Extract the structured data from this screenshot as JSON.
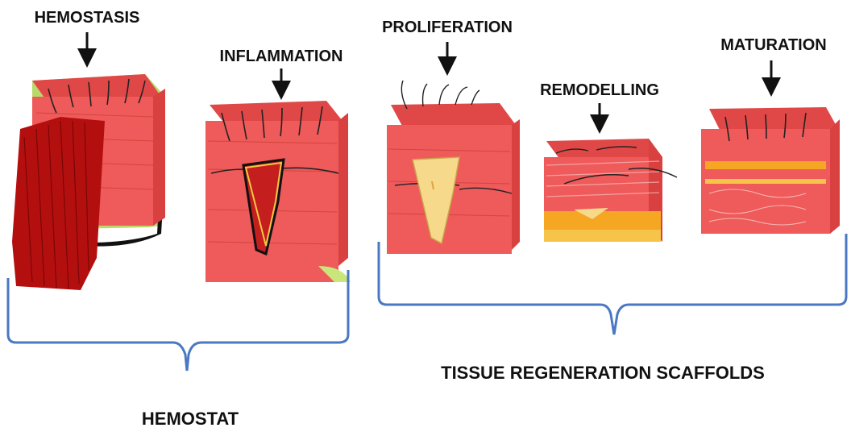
{
  "stages": [
    {
      "label": "HEMOSTASIS"
    },
    {
      "label": "INFLAMMATION"
    },
    {
      "label": "PROLIFERATION"
    },
    {
      "label": "REMODELLING"
    },
    {
      "label": "MATURATION"
    }
  ],
  "groups": {
    "hemostat": "HEMOSTAT",
    "scaffolds": "TISSUE REGENERATION SCAFFOLDS"
  },
  "colors": {
    "skin": "#ef5a5a",
    "skin_dark": "#d23434",
    "clot": "#b40f0f",
    "wound_fill": "#f6d98a",
    "scab_green": "#c8e67a",
    "orange_layer": "#f5a623",
    "bracket": "#4a78c2",
    "arrow": "#111111"
  }
}
